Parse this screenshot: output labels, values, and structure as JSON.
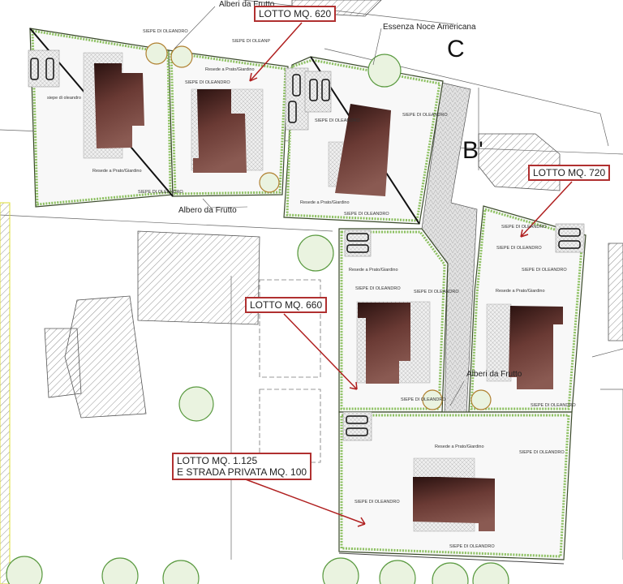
{
  "lots": [
    {
      "label": "LOTTO MQ. 620"
    },
    {
      "label": "LOTTO MQ. 720"
    },
    {
      "label": "LOTTO MQ. 660"
    },
    {
      "label_line1": "LOTTO MQ. 1.125",
      "label_line2": "E STRADA PRIVATA MQ. 100"
    }
  ],
  "section_marks": {
    "c": "C",
    "b": "B'"
  },
  "annotations": {
    "alberi_frutto_top": "Alberi da Frutto",
    "albero_frutto": "Albero da Frutto",
    "noce": "Essenza Noce Americana",
    "alberi_frutto_mid": "Alberi da Frutto"
  },
  "small_labels": {
    "siepe": "SIEPE DI OLEANDRO",
    "siepe_lower": "siepe di oleandro",
    "siepe_trunc": "SIEPE DI OLEANP",
    "resede": "Resede a Prato/Giardino"
  },
  "colors": {
    "frame": "#b03030",
    "hedge": "#7fb050",
    "house": "#5a2a24",
    "road": "#d8d8d8"
  }
}
